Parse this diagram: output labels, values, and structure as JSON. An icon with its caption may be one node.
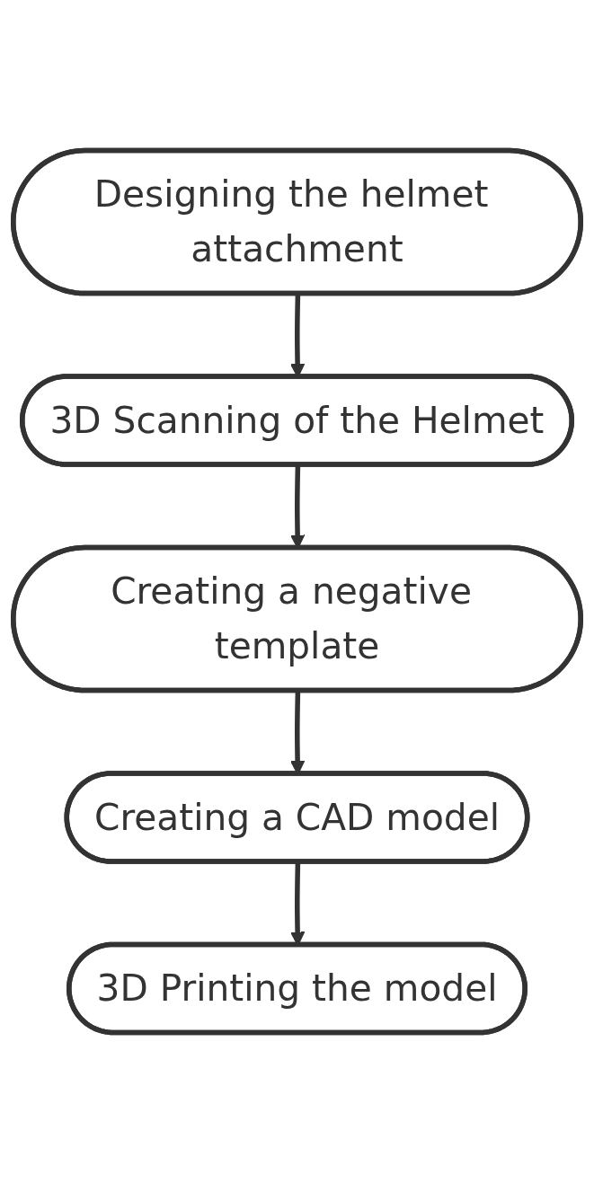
{
  "diagram": {
    "nodes": [
      {
        "text": [
          "Designing the helmet attachment"
        ]
      },
      {
        "text": [
          "3D Scanning of the Helmet"
        ]
      },
      {
        "text": [
          "Creating a negative template"
        ]
      },
      {
        "text": [
          "Creating a CAD model"
        ]
      },
      {
        "text": [
          "3D Printing the model"
        ]
      }
    ],
    "edges": [
      {
        "from": 0,
        "to": 1,
        "arrow": "to"
      },
      {
        "from": 1,
        "to": 2,
        "arrow": "to"
      },
      {
        "from": 2,
        "to": 3,
        "arrow": "to"
      },
      {
        "from": 3,
        "to": 4,
        "arrow": "to"
      }
    ]
  }
}
